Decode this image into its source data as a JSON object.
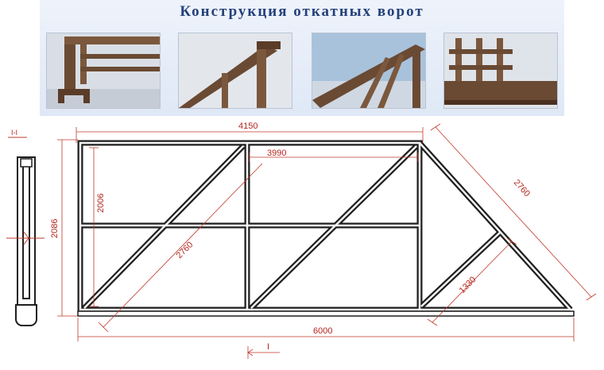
{
  "title": "Конструкция откатных ворот",
  "photos": [
    {
      "name": "photo-rail-profile"
    },
    {
      "name": "photo-frame-corner"
    },
    {
      "name": "photo-diagonal-braces"
    },
    {
      "name": "photo-gate-bottom"
    }
  ],
  "section_label": "I-I",
  "dimensions": {
    "top_length": "4150",
    "inner_length": "3990",
    "inner_height": "2006",
    "total_height": "2086",
    "diagonal_brace": "2760",
    "counterweight_slope": "2760",
    "tail_brace": "1330",
    "total_length": "6000"
  },
  "section_marker": "I",
  "colors": {
    "frame": "#1f1f1f",
    "frame_inner": "#f5f5f5",
    "dimension": "#c0392b",
    "title": "#25407a"
  }
}
